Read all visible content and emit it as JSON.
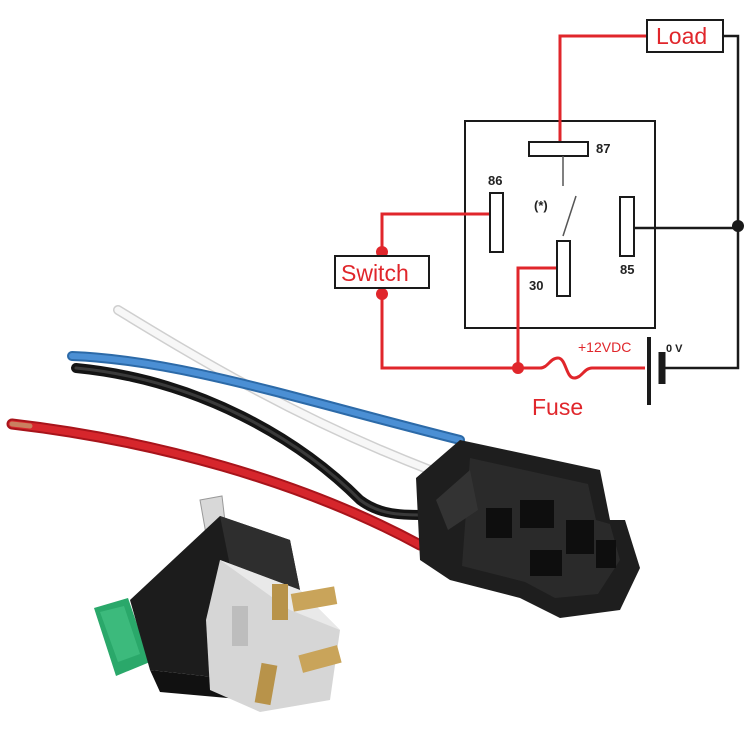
{
  "diagram": {
    "load_label": "Load",
    "switch_label": "Switch",
    "fuse_label": "Fuse",
    "voltage_label": "+12VDC",
    "ground_label": "0 V",
    "pin_87": "87",
    "pin_86": "86",
    "pin_85": "85",
    "pin_30": "30",
    "switch_symbol": "(*)"
  },
  "colors": {
    "wire_red": "#e0262b",
    "wire_black": "#1a1a1a",
    "wire_blue": "#3a7fc4",
    "wire_white": "#f2f2f2",
    "relay_body": "#1c1c1c",
    "fuse_green": "#2aa86a",
    "terminal_brass": "#c9a45a"
  }
}
